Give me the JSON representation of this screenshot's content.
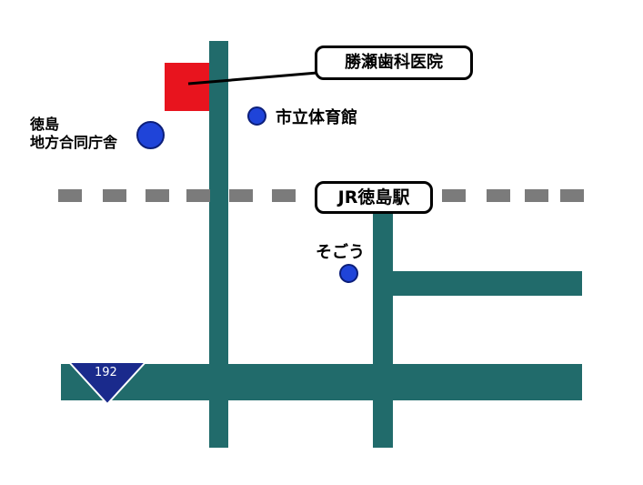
{
  "labels": {
    "clinic": "勝瀬歯科医院",
    "gym": "市立体育館",
    "govt_line1": "徳島",
    "govt_line2": "地方合同庁舎",
    "station": "JR徳島駅",
    "sogo": "そごう",
    "route": "192"
  },
  "colors": {
    "road": "#216b6b",
    "railway": "#7b7b7b",
    "clinic": "#e8141e",
    "poi": "#1f44d9",
    "route_shield": "#1a2a8c"
  },
  "icons": {
    "poi_marker": "blue-circle-icon",
    "route_marker": "route-shield-icon"
  }
}
